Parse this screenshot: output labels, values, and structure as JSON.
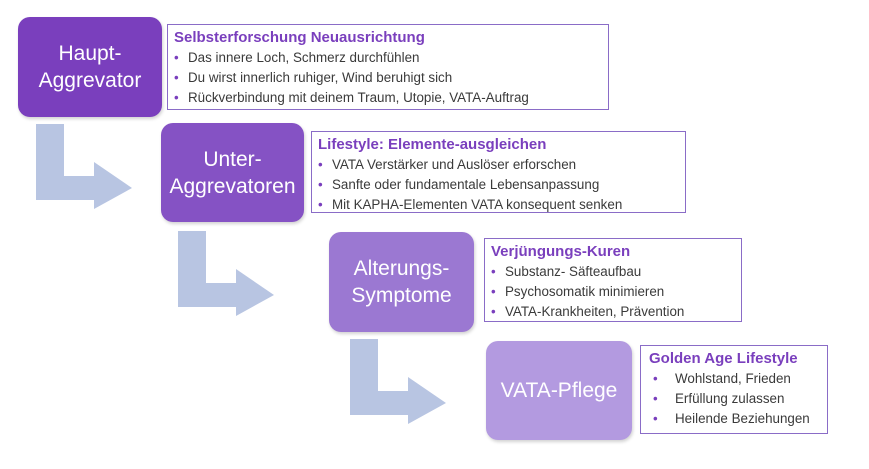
{
  "colors": {
    "step1": "#7a3fbd",
    "step2": "#8552c4",
    "step3": "#9b78d2",
    "step4": "#b39ae0",
    "arrow": "#b8c5e2",
    "title": "#7a3fbd",
    "border": "#8a6cc7"
  },
  "steps": [
    {
      "label": "Haupt-\nAggrevator",
      "info": {
        "title": "Selbsterforschung Neuausrichtung",
        "items": [
          "Das innere Loch, Schmerz durchfühlen",
          "Du wirst innerlich ruhiger, Wind beruhigt sich",
          "Rückverbindung mit deinem Traum, Utopie, VATA-Auftrag"
        ]
      }
    },
    {
      "label": "Unter-\nAggrevatoren",
      "info": {
        "title": "Lifestyle: Elemente-ausgleichen",
        "items": [
          "VATA Verstärker und Auslöser erforschen",
          "Sanfte oder fundamentale Lebensanpassung",
          "Mit KAPHA-Elementen VATA konsequent senken"
        ]
      }
    },
    {
      "label": "Alterungs-\nSymptome",
      "info": {
        "title": "Verjüngungs-Kuren",
        "items": [
          "Substanz- Säfteaufbau",
          "Psychosomatik minimieren",
          "VATA-Krankheiten, Prävention"
        ]
      }
    },
    {
      "label": "VATA-Pflege",
      "info": {
        "title": "Golden Age Lifestyle",
        "items": [
          "Wohlstand, Frieden",
          "Erfüllung zulassen",
          "Heilende Beziehungen"
        ]
      }
    }
  ]
}
